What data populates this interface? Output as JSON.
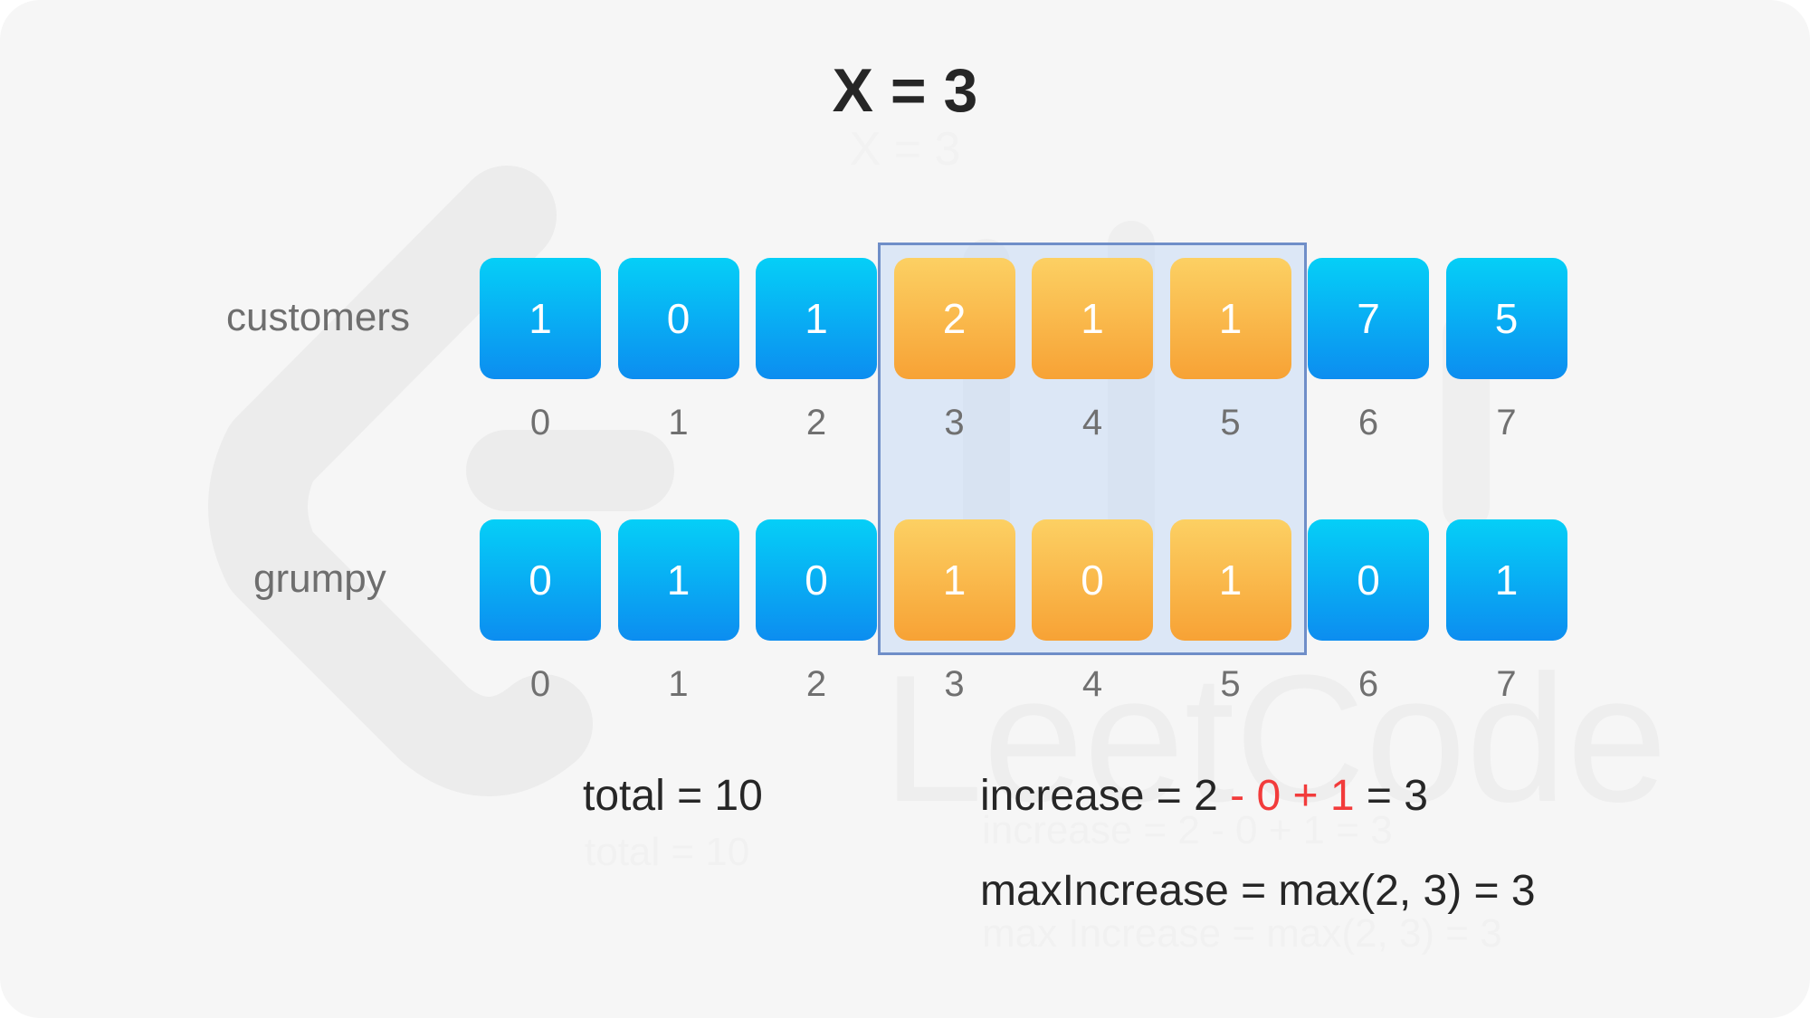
{
  "diagram": {
    "title": "X = 3",
    "title_ghost": "X = 3",
    "rows": [
      {
        "label": "customers",
        "values": [
          "1",
          "0",
          "1",
          "2",
          "1",
          "1",
          "7",
          "5"
        ],
        "indices": [
          "0",
          "1",
          "2",
          "3",
          "4",
          "5",
          "6",
          "7"
        ]
      },
      {
        "label": "grumpy",
        "values": [
          "0",
          "1",
          "0",
          "1",
          "0",
          "1",
          "0",
          "1"
        ],
        "indices": [
          "0",
          "1",
          "2",
          "3",
          "4",
          "5",
          "6",
          "7"
        ]
      }
    ],
    "highlight_window": {
      "start_index": 3,
      "end_index": 5
    },
    "total": {
      "text": "total = 10",
      "ghost": "total = 10"
    },
    "increase": {
      "prefix": "increase = 2 ",
      "op1": "- 0",
      "mid": " ",
      "op2": "+ 1",
      "suffix": " = 3",
      "ghost": "increase = 2 - 0 + 1 = 3"
    },
    "max_increase": {
      "text": "maxIncrease = max(2, 3) = 3",
      "ghost": "max Increase = max(2, 3) = 3"
    },
    "watermark_text": "LeetCode",
    "colors": {
      "blue_top": "#05cff7",
      "blue_bottom": "#0c8df0",
      "orange_top": "#fcd063",
      "orange_bottom": "#f7a235",
      "highlight": "#b8d1f6",
      "accent_red": "#f23b3b"
    }
  }
}
